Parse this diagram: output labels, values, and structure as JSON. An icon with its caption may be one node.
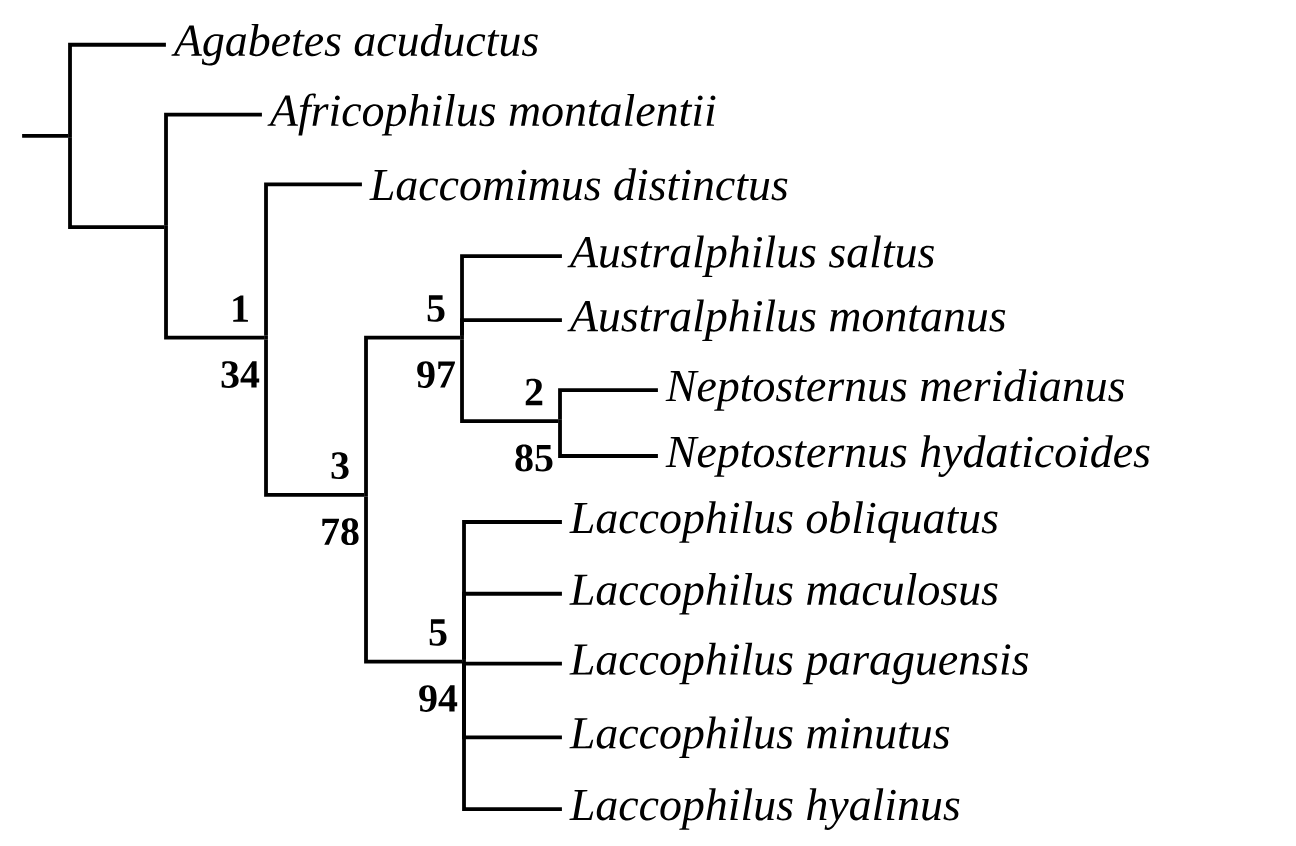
{
  "diagram": {
    "nodes": [
      {
        "text": [],
        "shape": "point"
      },
      {
        "text": [
          "Agabetes acuductus"
        ]
      },
      {
        "text": [],
        "shape": "point"
      },
      {
        "text": [
          "Africophilus montalentii"
        ]
      },
      {
        "text": [],
        "shape": "point",
        "beside": [
          "1",
          "34"
        ]
      },
      {
        "text": [
          "Laccomimus distinctus"
        ]
      },
      {
        "text": [],
        "shape": "point",
        "beside": [
          "3",
          "78"
        ]
      },
      {
        "text": [],
        "shape": "point",
        "beside": [
          "5",
          "97"
        ]
      },
      {
        "text": [
          "Australphilus saltus"
        ]
      },
      {
        "text": [
          "Australphilus montanus"
        ]
      },
      {
        "text": [],
        "shape": "point",
        "beside": [
          "2",
          "85"
        ]
      },
      {
        "text": [
          "Neptosternus meridianus"
        ]
      },
      {
        "text": [
          "Neptosternus hydaticoides"
        ]
      },
      {
        "text": [],
        "shape": "point",
        "beside": [
          "5",
          "94"
        ]
      },
      {
        "text": [
          "Laccophilus obliquatus"
        ]
      },
      {
        "text": [
          "Laccophilus maculosus"
        ]
      },
      {
        "text": [
          "Laccophilus paraguensis"
        ]
      },
      {
        "text": [
          "Laccophilus minutus"
        ]
      },
      {
        "text": [
          "Laccophilus hyalinus"
        ]
      }
    ],
    "edges": [
      {
        "from": null,
        "to": 0,
        "arrow": "none"
      },
      {
        "from": 0,
        "to": 1,
        "arrow": "none"
      },
      {
        "from": 0,
        "to": 2,
        "arrow": "none"
      },
      {
        "from": 2,
        "to": 3,
        "arrow": "none"
      },
      {
        "from": 2,
        "to": 4,
        "arrow": "none"
      },
      {
        "from": 4,
        "to": 5,
        "arrow": "none"
      },
      {
        "from": 4,
        "to": 6,
        "arrow": "none"
      },
      {
        "from": 6,
        "to": 7,
        "arrow": "none"
      },
      {
        "from": 7,
        "to": 8,
        "arrow": "none"
      },
      {
        "from": 7,
        "to": 9,
        "arrow": "none"
      },
      {
        "from": 7,
        "to": 10,
        "arrow": "none"
      },
      {
        "from": 10,
        "to": 11,
        "arrow": "none"
      },
      {
        "from": 10,
        "to": 12,
        "arrow": "none"
      },
      {
        "from": 6,
        "to": 13,
        "arrow": "none"
      },
      {
        "from": 13,
        "to": 14,
        "arrow": "none"
      },
      {
        "from": 13,
        "to": 15,
        "arrow": "none"
      },
      {
        "from": 13,
        "to": 16,
        "arrow": "none"
      },
      {
        "from": 13,
        "to": 17,
        "arrow": "none"
      },
      {
        "from": 13,
        "to": 18,
        "arrow": "none"
      }
    ]
  }
}
